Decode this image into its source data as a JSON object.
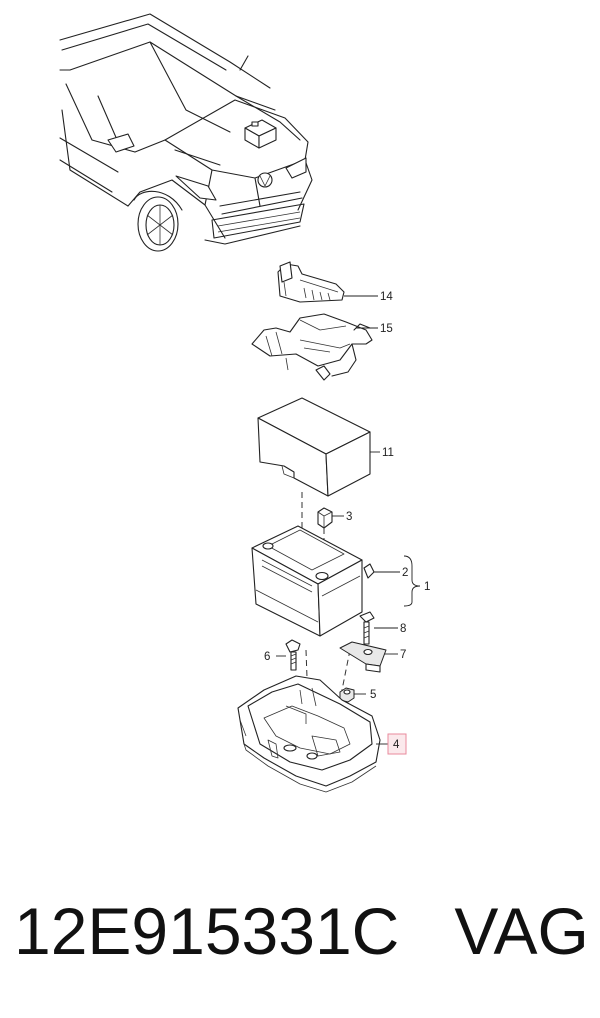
{
  "callouts": {
    "c14": "14",
    "c15": "15",
    "c11": "11",
    "c3": "3",
    "c2": "2",
    "c1": "1",
    "c8": "8",
    "c7": "7",
    "c6": "6",
    "c5": "5",
    "c4": "4"
  },
  "highlight_color": "#e88a9c",
  "caption": {
    "part_number": "12E915331C",
    "brand": "VAG"
  }
}
